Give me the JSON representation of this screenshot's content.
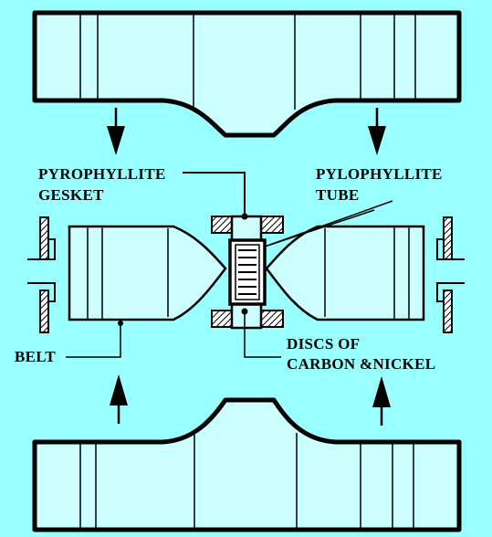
{
  "colors": {
    "background": "#99ffff",
    "anvil_fill": "#ccffff",
    "ink": "#000000"
  },
  "labels": {
    "gasket_line1": "PYROPHYLLITE",
    "gasket_line2": "GESKET",
    "tube_line1": "PYLOPHYLLITE",
    "tube_line2": "TUBE",
    "belt": "BELT",
    "discs_line1": "DISCS OF",
    "discs_line2": "CARBON &NICKEL"
  },
  "icons": [
    "arrow-down-icon",
    "arrow-down-icon",
    "arrow-up-icon",
    "arrow-up-icon"
  ]
}
